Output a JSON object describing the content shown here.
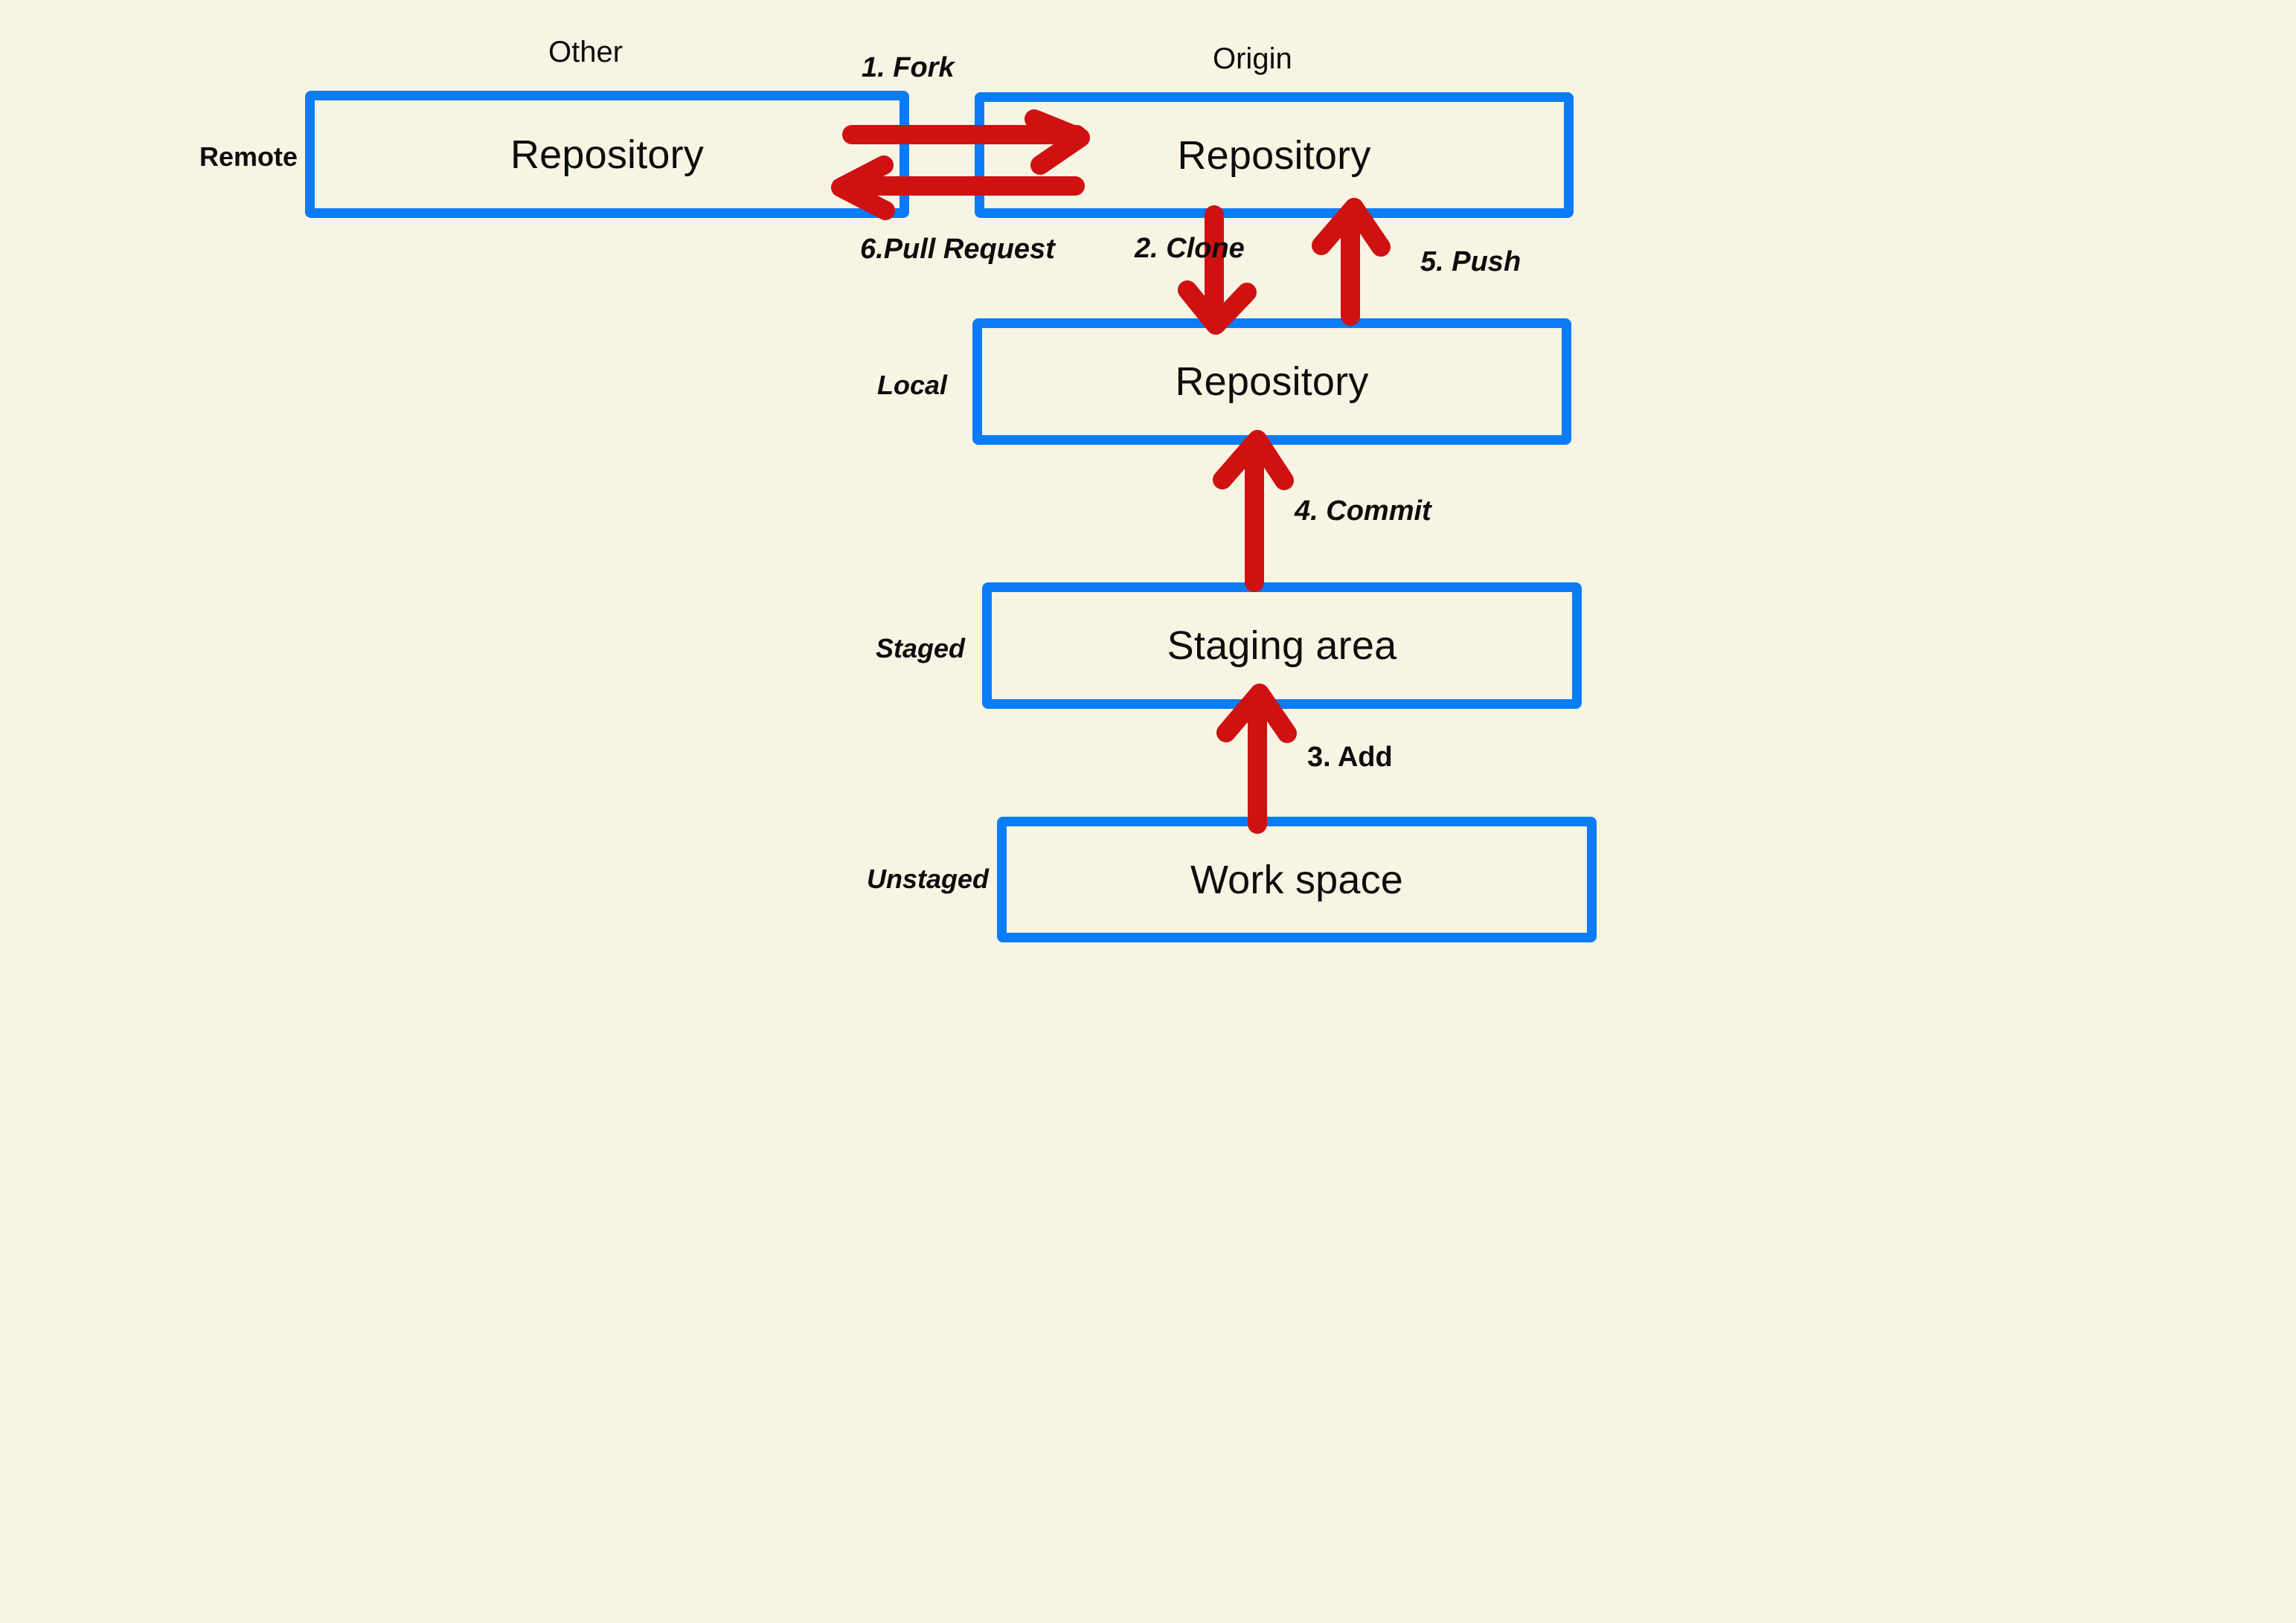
{
  "diagram": {
    "title": "Git workflow diagram",
    "background_color": "#f7f4e4",
    "box_border_color": "#0a7cf8",
    "arrow_color": "#cf1111",
    "text_color": "#0d0d0d"
  },
  "zone_labels": [
    {
      "id": "remote",
      "text": "Remote"
    },
    {
      "id": "local",
      "text": "Local"
    },
    {
      "id": "staged",
      "text": "Staged"
    },
    {
      "id": "unstaged",
      "text": "Unstaged"
    }
  ],
  "top_labels": [
    {
      "id": "other",
      "text": "Other"
    },
    {
      "id": "origin",
      "text": "Origin"
    }
  ],
  "boxes": [
    {
      "id": "other-repository",
      "text": "Repository"
    },
    {
      "id": "origin-repository",
      "text": "Repository"
    },
    {
      "id": "local-repository",
      "text": "Repository"
    },
    {
      "id": "staging-area",
      "text": "Staging area"
    },
    {
      "id": "work-space",
      "text": "Work space"
    }
  ],
  "steps": [
    {
      "id": "fork",
      "text": "1. Fork",
      "direction": "right"
    },
    {
      "id": "clone",
      "text": "2. Clone",
      "direction": "down"
    },
    {
      "id": "add",
      "text": "3. Add",
      "direction": "up"
    },
    {
      "id": "commit",
      "text": "4. Commit",
      "direction": "up"
    },
    {
      "id": "push",
      "text": "5. Push",
      "direction": "up"
    },
    {
      "id": "pull-request",
      "text": "6.Pull Request",
      "direction": "left"
    }
  ]
}
